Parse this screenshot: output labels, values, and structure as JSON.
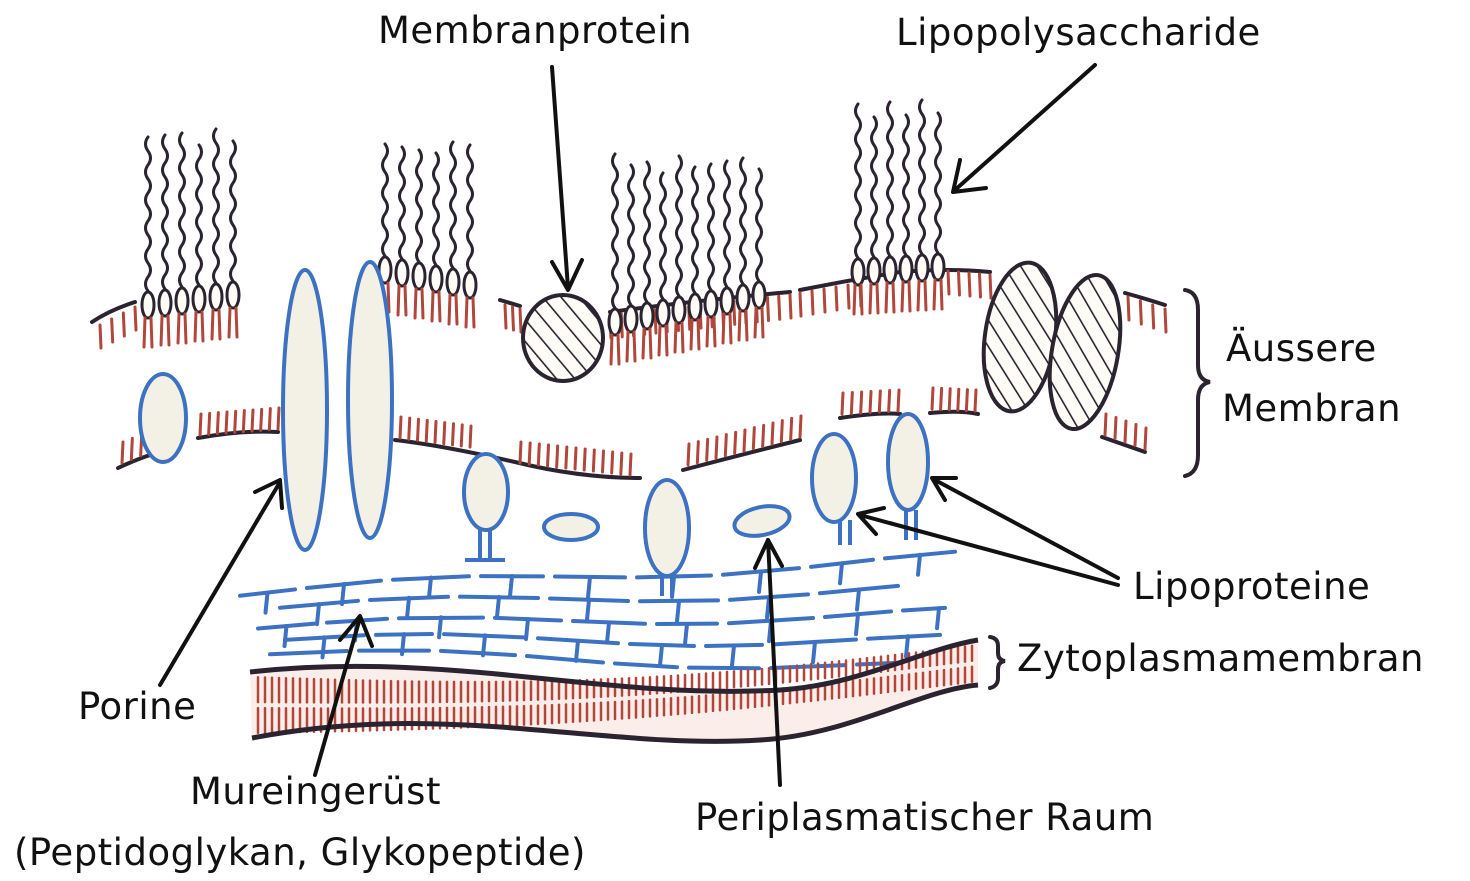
{
  "labels": {
    "membranprotein": "Membranprotein",
    "lipopolysaccharide": "Lipopolysaccharide",
    "aussere_line1": "Äussere",
    "aussere_line2": "Membran",
    "lipoproteine": "Lipoproteine",
    "zytoplasmamembran": "Zytoplasmamembran",
    "porine": "Porine",
    "mureingeruest": "Mureingerüst",
    "mureingeruest_sub": "(Peptidoglykan, Glykopeptide)",
    "periplasmatischer_raum": "Periplasmatischer Raum"
  },
  "colors": {
    "ink": "#2b2430",
    "lipid": "#b0473a",
    "blue": "#3d72c2",
    "blue_fill": "#f3f1e6",
    "hatch": "#2b2430",
    "membrane_fill": "#fbeeea"
  }
}
